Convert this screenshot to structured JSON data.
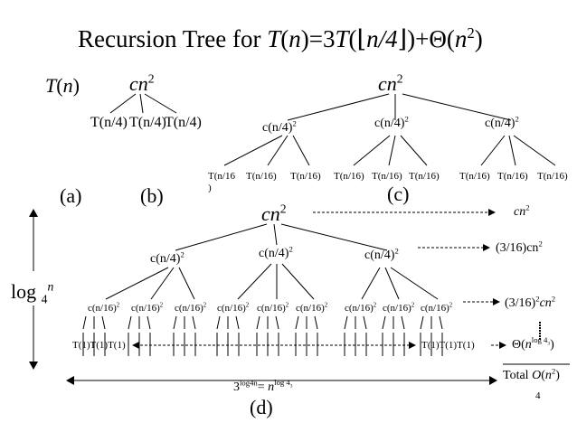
{
  "title": {
    "prefix": "Recursion Tree for ",
    "T1": "T",
    "open1": "(",
    "n1": "n",
    "mid": ")=3",
    "T2": "T",
    "open2": "(",
    "floor_l": "⌊",
    "inner": "n/4",
    "floor_r": "⌋",
    "close2": ")+Θ(",
    "n2": "n",
    "exp": "2",
    "close3": ")"
  },
  "part_a": {
    "fn": "T",
    "arg": "n",
    "label": "(a)"
  },
  "part_b": {
    "root_c": "c",
    "root_n": "n",
    "root_exp": "2",
    "child": "T(n/4)",
    "label": "(b)"
  },
  "part_c": {
    "root": "cn",
    "root_exp": "2",
    "child": "c(n/4)",
    "child_exp": "2",
    "leaf": "T(n/16)",
    "leaf_wrap_a": "T(n/16",
    "leaf_wrap_b": ")",
    "label": "(c)"
  },
  "part_d": {
    "root": "cn",
    "root_exp": "2",
    "child": "c(n/4)",
    "child_exp": "2",
    "grand": "c(n/16)",
    "grand_exp": "2",
    "leaves": "T(1)T(1)T(1)",
    "height_label": "log",
    "height_base": "4",
    "height_arg": "n",
    "count_a": "3",
    "count_exp": "log4n",
    "count_eq": "= ",
    "count_n": "n",
    "count_exp2": "log 4",
    "count_exp2_sub": "3",
    "label": "(d)"
  },
  "costs": {
    "level0": "cn",
    "level0_exp": "2",
    "level1": "(3/16)cn",
    "level1_exp": "2",
    "level2": "(3/16)",
    "level2_exp": "2",
    "level2_tail": "cn",
    "level2_tail_exp": "2",
    "leaves_a": "Θ(",
    "leaves_n": "n",
    "leaves_exp": "log 4",
    "leaves_sub": "3",
    "leaves_b": ")",
    "total_a": "Total ",
    "total_O": "O",
    "total_b": "(",
    "total_n": "n",
    "total_exp": "2",
    "total_c": ")"
  },
  "page_number": "4"
}
